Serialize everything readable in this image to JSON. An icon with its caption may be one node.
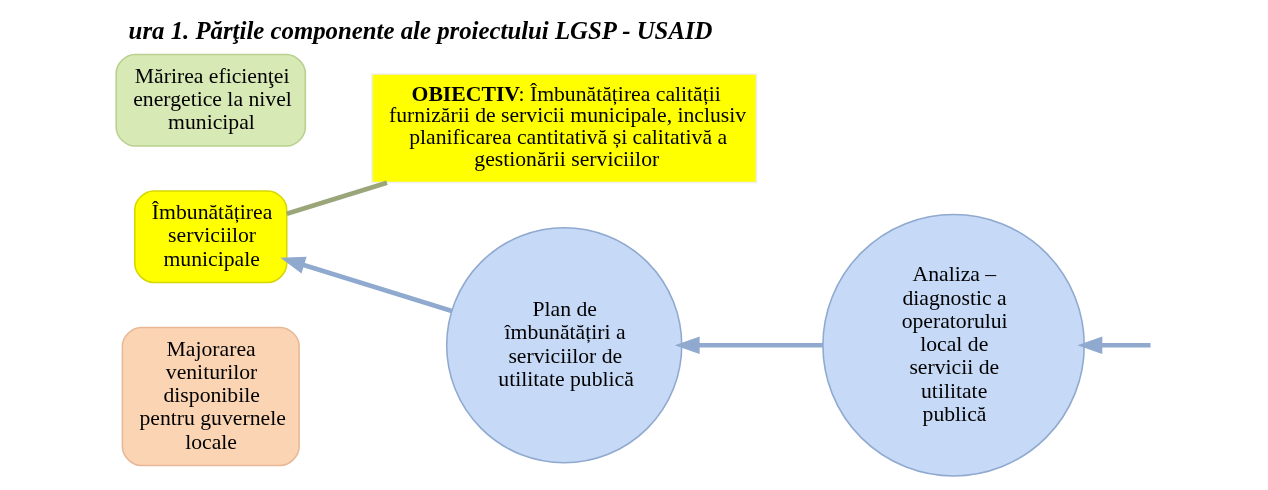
{
  "diagram": {
    "title": "ura 1. Părţile componente ale proiectului LGSP - USAID",
    "nodes": [
      {
        "text": [
          "Majorarea veniturilor disponibile pentru guvernele locale"
        ]
      },
      {
        "text": [
          "Îmbunătățirea serviciilor municipale"
        ]
      },
      {
        "text": [
          "Mărirea eficienţei energetice la nivel municipal"
        ]
      },
      {
        "text": [
          "**OBIECTIV**: Îmbunătățirea calității furnizării de servicii municipale, inclusiv planificarea cantitativă și calitativă a gestionării serviciilor"
        ]
      },
      {
        "text": [
          "Plan de îmbunătățiri a serviciilor de utilitate publică"
        ]
      },
      {
        "text": [
          "Analiza – diagnostic a operatorului local de servicii de utilitate publică"
        ]
      }
    ],
    "edges": [
      {
        "from": 3,
        "to": 1,
        "arrow": "none"
      },
      {
        "from": null,
        "to": 5,
        "arrow": "to"
      },
      {
        "from": 5,
        "to": 4,
        "arrow": "to"
      },
      {
        "from": 4,
        "to": 1,
        "arrow": "to"
      }
    ]
  }
}
